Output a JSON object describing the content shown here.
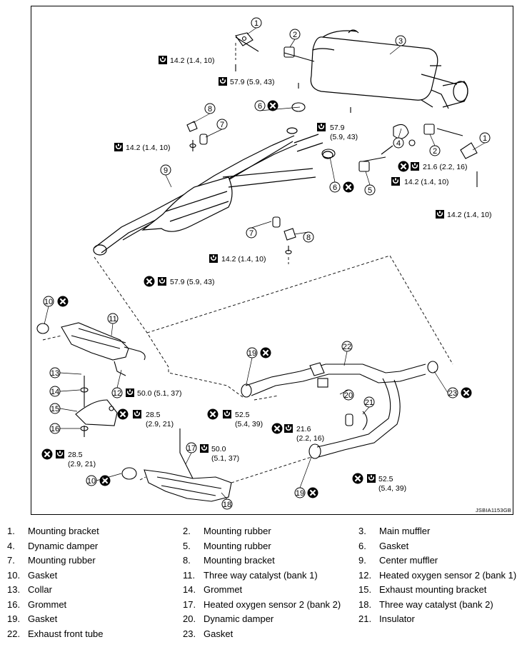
{
  "diagram": {
    "code": "JSBIA1153GB",
    "callouts": [
      "1",
      "2",
      "3",
      "4",
      "5",
      "6",
      "7",
      "8",
      "9",
      "10",
      "11",
      "12",
      "13",
      "14",
      "15",
      "16",
      "17",
      "18",
      "19",
      "20",
      "21",
      "22",
      "23"
    ],
    "torques": {
      "t1": "14.2 (1.4, 10)",
      "t2": "57.9 (5.9, 43)",
      "t3": "14.2 (1.4, 10)",
      "t4a": "57.9",
      "t4b": "(5.9, 43)",
      "t5": "21.6 (2.2, 16)",
      "t6": "14.2 (1.4, 10)",
      "t7": "14.2 (1.4, 10)",
      "t8": "14.2 (1.4, 10)",
      "t9": "57.9 (5.9, 43)",
      "t10": "50.0 (5.1, 37)",
      "t11a": "28.5",
      "t11b": "(2.9, 21)",
      "t12a": "28.5",
      "t12b": "(2.9, 21)",
      "t13a": "52.5",
      "t13b": "(5.4, 39)",
      "t14a": "21.6",
      "t14b": "(2.2, 16)",
      "t15a": "50.0",
      "t15b": "(5.1, 37)",
      "t16a": "52.5",
      "t16b": "(5.4, 39)"
    }
  },
  "legend": [
    {
      "num": "1.",
      "label": "Mounting bracket"
    },
    {
      "num": "2.",
      "label": "Mounting rubber"
    },
    {
      "num": "3.",
      "label": "Main muffler"
    },
    {
      "num": "4.",
      "label": "Dynamic damper"
    },
    {
      "num": "5.",
      "label": "Mounting rubber"
    },
    {
      "num": "6.",
      "label": "Gasket"
    },
    {
      "num": "7.",
      "label": "Mounting rubber"
    },
    {
      "num": "8.",
      "label": "Mounting bracket"
    },
    {
      "num": "9.",
      "label": "Center muffler"
    },
    {
      "num": "10.",
      "label": "Gasket"
    },
    {
      "num": "11.",
      "label": "Three way catalyst (bank 1)"
    },
    {
      "num": "12.",
      "label": "Heated oxygen sensor 2 (bank 1)"
    },
    {
      "num": "13.",
      "label": "Collar"
    },
    {
      "num": "14.",
      "label": "Grommet"
    },
    {
      "num": "15.",
      "label": "Exhaust mounting bracket"
    },
    {
      "num": "16.",
      "label": "Grommet"
    },
    {
      "num": "17.",
      "label": "Heated oxygen sensor 2 (bank 2)"
    },
    {
      "num": "18.",
      "label": "Three way catalyst (bank 2)"
    },
    {
      "num": "19.",
      "label": "Gasket"
    },
    {
      "num": "20.",
      "label": "Dynamic damper"
    },
    {
      "num": "21.",
      "label": "Insulator"
    },
    {
      "num": "22.",
      "label": "Exhaust front tube"
    },
    {
      "num": "23.",
      "label": "Gasket"
    }
  ]
}
